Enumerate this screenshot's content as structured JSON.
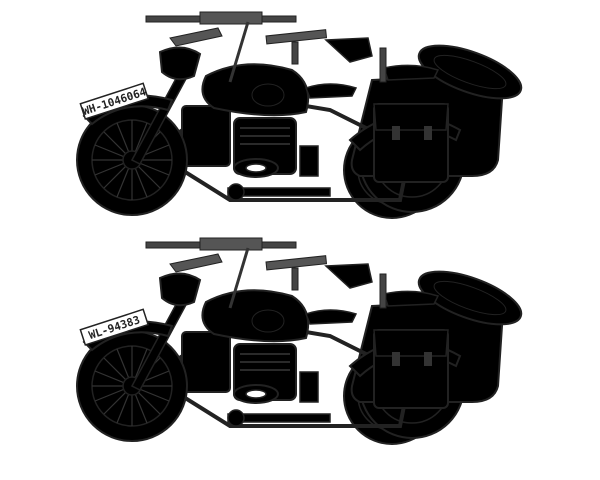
{
  "motorcycles": [
    {
      "id": "grey",
      "plate_text": "WH-1046064",
      "colors": {
        "body": "#8892a0",
        "body_dark": "#5f6773",
        "body_light": "#a6afbb",
        "tire": "#4d4f52",
        "tire_inner": "#6e7074",
        "rim": "#9aa2ad",
        "bag": "#8b5a36",
        "bag_dark": "#5e3a20",
        "engine": "#b7bdc4",
        "seat": "#3a3a3a",
        "stock": "#8a4d2b"
      }
    },
    {
      "id": "tan",
      "plate_text": "WL-94383",
      "colors": {
        "body": "#e5cf93",
        "body_dark": "#bea468",
        "body_light": "#f1e2b4",
        "tire": "#4d4f52",
        "tire_inner": "#6e7074",
        "rim": "#d9c07a",
        "bag": "#8b5a36",
        "bag_dark": "#5e3a20",
        "engine": "#b7bdc4",
        "seat": "#3a3a3a",
        "stock": "#8a4d2b"
      }
    }
  ]
}
